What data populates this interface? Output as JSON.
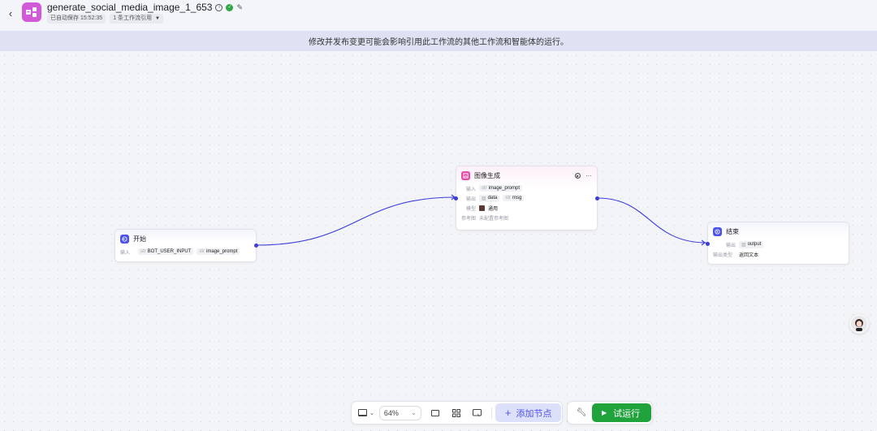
{
  "header": {
    "title": "generate_social_media_image_1_653",
    "autosave": "已自动保存 15:52:35",
    "references": "1 条工作流引用",
    "references_caret": "▼",
    "back_icon": "‹",
    "info_icon": "i",
    "status_icon": "✓",
    "edit_icon": "✎"
  },
  "banner": {
    "text": "修改并发布变更可能会影响引用此工作流的其他工作流和智能体的运行。"
  },
  "nodes": {
    "start": {
      "title": "开始",
      "input_label": "输入",
      "inputs": [
        {
          "type": "str",
          "name": "BOT_USER_INPUT"
        },
        {
          "type": "str",
          "name": "image_prompt"
        }
      ]
    },
    "image_gen": {
      "title": "图像生成",
      "input_label": "输入",
      "inputs": [
        {
          "type": "str",
          "name": "image_prompt"
        }
      ],
      "output_label": "输出",
      "outputs": [
        {
          "type": "img",
          "name": "data"
        },
        {
          "type": "str",
          "name": "msg"
        }
      ],
      "model_label": "模型",
      "model_value": "通用",
      "ref_label": "参考图",
      "ref_value": "未配置参考图",
      "more_icon": "···"
    },
    "end": {
      "title": "结束",
      "output_label": "输出",
      "outputs": [
        {
          "type": "img",
          "name": "output"
        }
      ],
      "output_type_label": "输出类型",
      "output_type_value": "返回文本"
    }
  },
  "toolbar": {
    "zoom_level": "64%",
    "add_node_label": "添加节点",
    "add_icon": "+",
    "run_label": "试运行",
    "run_icon": "▶"
  },
  "colors": {
    "accent": "#4d53e8",
    "edge": "#3b3cd9",
    "run_green": "#21a33c",
    "start_icon": "#4d53e8",
    "image_icon": "#e64ba6",
    "app_icon": "#d25ad9"
  }
}
